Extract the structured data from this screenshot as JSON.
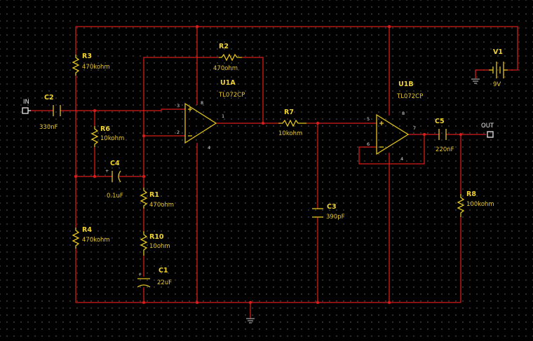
{
  "schematic": {
    "ports": {
      "in": "IN",
      "out": "OUT"
    },
    "components": {
      "C2": {
        "ref": "C2",
        "value": "330nF"
      },
      "R3": {
        "ref": "R3",
        "value": "470kohm"
      },
      "R6": {
        "ref": "R6",
        "value": "10kohm"
      },
      "C4": {
        "ref": "C4",
        "value": "0.1uF"
      },
      "R4": {
        "ref": "R4",
        "value": "470kohm"
      },
      "R2": {
        "ref": "R2",
        "value": "470ohm"
      },
      "R1": {
        "ref": "R1",
        "value": "470ohm"
      },
      "R10": {
        "ref": "R10",
        "value": "10ohm"
      },
      "C1": {
        "ref": "C1",
        "value": "22uF"
      },
      "U1A": {
        "ref": "U1A",
        "value": "TL072CP"
      },
      "R7": {
        "ref": "R7",
        "value": "10kohm"
      },
      "C3": {
        "ref": "C3",
        "value": "390pF"
      },
      "U1B": {
        "ref": "U1B",
        "value": "TL072CP"
      },
      "C5": {
        "ref": "C5",
        "value": "220nF"
      },
      "R8": {
        "ref": "R8",
        "value": "100kohm"
      },
      "V1": {
        "ref": "V1",
        "value": "9V"
      }
    },
    "pins": {
      "u1a_pin3": "3",
      "u1a_pin2": "2",
      "u1a_pin8": "8",
      "u1a_pin1": "1",
      "u1a_pin4": "4",
      "u1b_pin5": "5",
      "u1b_pin6": "6",
      "u1b_pin8": "8",
      "u1b_pin7": "7",
      "u1b_pin4": "4"
    },
    "colors": {
      "wire": "#d81c1c",
      "component": "#e4c41c",
      "ground": "#9a9a9a",
      "background": "#000000"
    }
  }
}
